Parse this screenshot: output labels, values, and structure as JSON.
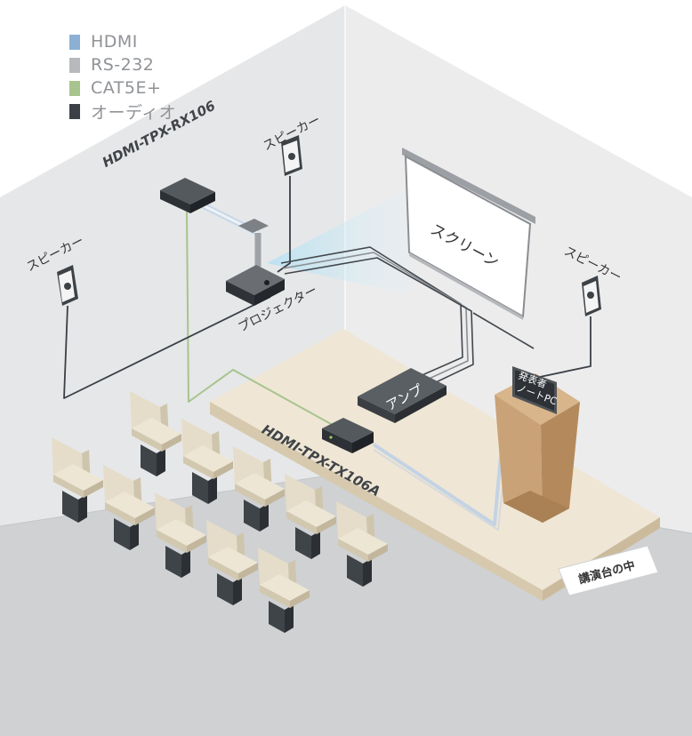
{
  "legend": [
    {
      "label": "HDMI",
      "color": "#8cb0d4"
    },
    {
      "label": "RS-232",
      "color": "#b7b9bc"
    },
    {
      "label": "CAT5E+",
      "color": "#a7c48e"
    },
    {
      "label": "オーディオ",
      "color": "#3a4046"
    }
  ],
  "labels": {
    "receiver": "HDMI-TPX-RX106",
    "transmitter": "HDMI-TPX-TX106A",
    "speaker_left": "スピーカー",
    "speaker_center": "スピーカー",
    "speaker_right": "スピーカー",
    "projector": "プロジェクター",
    "screen": "スクリーン",
    "amp": "アンプ",
    "laptop_line1": "発表者",
    "laptop_line2": "ノートPC",
    "podium_note": "講演台の中"
  }
}
